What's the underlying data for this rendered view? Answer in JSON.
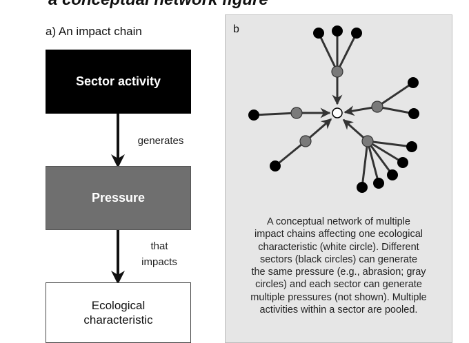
{
  "header_fragment": "a conceptual network figure",
  "panel_a": {
    "title": "a) An impact chain",
    "sector_box": "Sector activity",
    "pressure_box": "Pressure",
    "eco_box": "Ecological characteristic",
    "arrow1_label": "generates",
    "arrow2_label_line1": "that",
    "arrow2_label_line2": "impacts"
  },
  "panel_b": {
    "letter": "b",
    "caption_lines": [
      "A conceptual network of multiple",
      "impact chains affecting one ecological",
      "characteristic (white circle). Different",
      "sectors (black circles) can generate",
      "the same pressure (e.g., abrasion; gray",
      "circles) and each sector can generate",
      "multiple pressures (not shown). Multiple",
      "activities within a sector are pooled."
    ]
  },
  "colors": {
    "sector_fill": "#000000",
    "pressure_fill": "#6f6f6f",
    "panel_b_bg": "#e6e6e6",
    "eco_node_fill": "#ffffff"
  }
}
